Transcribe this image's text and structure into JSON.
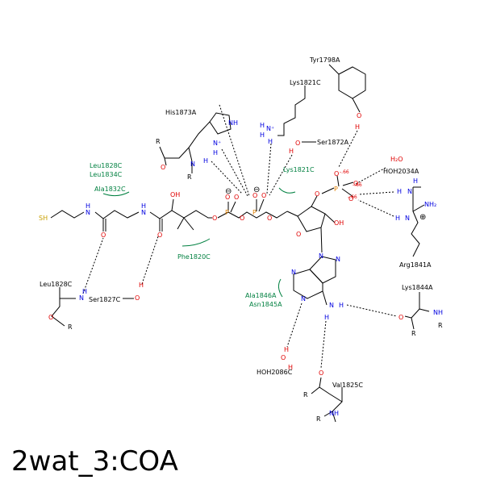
{
  "caption": "2wat_3:COA",
  "residues": {
    "tyr1798a": "Tyr1798A",
    "lys1821c_top": "Lys1821C",
    "his1873a": "His1873A",
    "ser1872a": "Ser1872A",
    "hoh2034a": "HOH2034A",
    "arg1841a": "Arg1841A",
    "leu1828c": "Leu1828C",
    "ser1827c": "Ser1827C",
    "lys1844a": "Lys1844A",
    "hoh2086c": "HOH2086C",
    "val1825c": "Val1825C"
  },
  "hydrophobic": {
    "leu1828c": "Leu1828C",
    "leu1834c": "Leu1834C",
    "ala1832c": "Ala1832C",
    "lys1821c": "Lys1821C",
    "phe1820c": "Phe1820C",
    "ala1846a": "Ala1846A",
    "asn1845a": "Asn1845A"
  },
  "atoms": {
    "S": "SH",
    "N": "N",
    "NH": "NH",
    "H": "H",
    "O": "O",
    "OH": "OH",
    "P": "P",
    "R": "R",
    "NH2": "NH₂",
    "H2O": "H₂O",
    "plus": "⊕",
    "minus": "⊖",
    "charge": "-.66",
    "nplus": "N⁺"
  }
}
